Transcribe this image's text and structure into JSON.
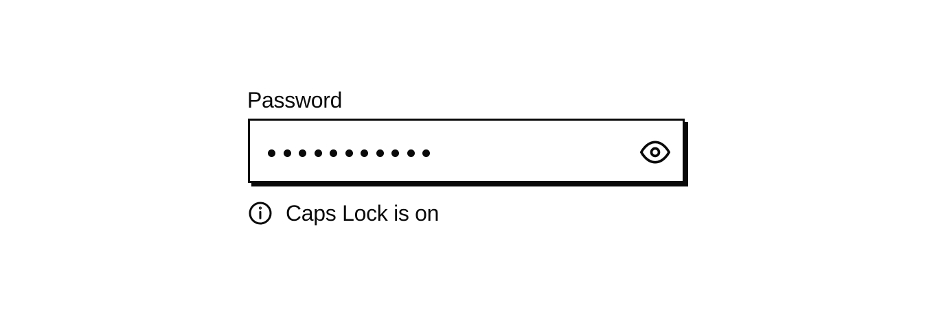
{
  "form": {
    "password_field": {
      "label": "Password",
      "masked_value": "•••••••••••",
      "dot_count": 11,
      "visibility_toggle_icon": "eye-icon"
    },
    "status_message": {
      "icon": "info-icon",
      "text": "Caps Lock is on"
    }
  },
  "colors": {
    "foreground": "#0a0a0a",
    "background": "#ffffff"
  }
}
